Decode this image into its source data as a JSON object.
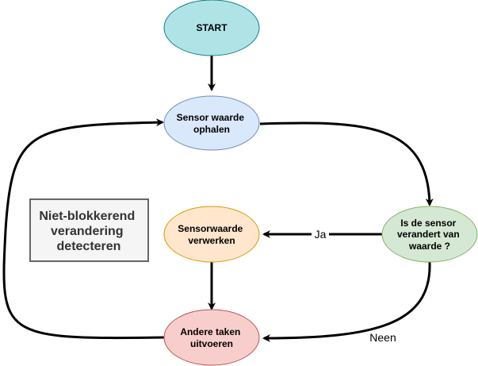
{
  "title_box": {
    "lines": [
      "Niet-blokkerend",
      "verandering",
      "detecteren"
    ]
  },
  "nodes": {
    "start": {
      "lines": [
        "START"
      ],
      "fill": "#b0e3e6",
      "stroke": "#0e8088"
    },
    "sensor_ophalen": {
      "lines": [
        "Sensor waarde",
        "ophalen"
      ],
      "fill": "#dae8fc",
      "stroke": "#6c8ebf"
    },
    "decision": {
      "lines": [
        "Is de sensor",
        "verandert van",
        "waarde ?"
      ],
      "fill": "#d5e8d4",
      "stroke": "#82b366"
    },
    "verwerken": {
      "lines": [
        "Sensorwaarde",
        "verwerken"
      ],
      "fill": "#ffe6cc",
      "stroke": "#d79b00"
    },
    "andere_taken": {
      "lines": [
        "Andere taken",
        "uitvoeren"
      ],
      "fill": "#f8cecc",
      "stroke": "#b85450"
    }
  },
  "edge_labels": {
    "ja": "Ja",
    "neen": "Neen"
  }
}
